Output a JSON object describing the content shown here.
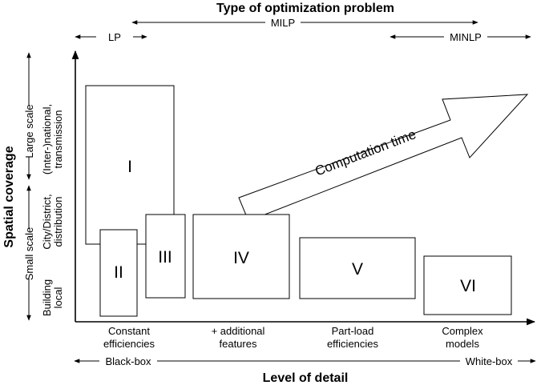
{
  "title_top": "Type of optimization problem",
  "problem_types": {
    "lp": "LP",
    "milp": "MILP",
    "minlp": "MINLP"
  },
  "y_axis": {
    "title": "Spatial coverage",
    "large_scale": "Large scale",
    "small_scale": "Small scale",
    "levels": {
      "national_1": "(Inter-)national,",
      "national_2": "transmission",
      "city_1": "City/District,",
      "city_2": "distribution",
      "building_1": "Building",
      "building_2": "local"
    }
  },
  "x_axis": {
    "title": "Level of detail",
    "black_box": "Black-box",
    "white_box": "White-box",
    "categories": {
      "c1_1": "Constant",
      "c1_2": "efficiencies",
      "c2_1": "+ additional",
      "c2_2": "features",
      "c3_1": "Part-load",
      "c3_2": "efficiencies",
      "c4_1": "Complex",
      "c4_2": "models"
    }
  },
  "arrow_label": "Computation time",
  "regions": {
    "r1": "I",
    "r2": "II",
    "r3": "III",
    "r4": "IV",
    "r5": "V",
    "r6": "VI"
  }
}
